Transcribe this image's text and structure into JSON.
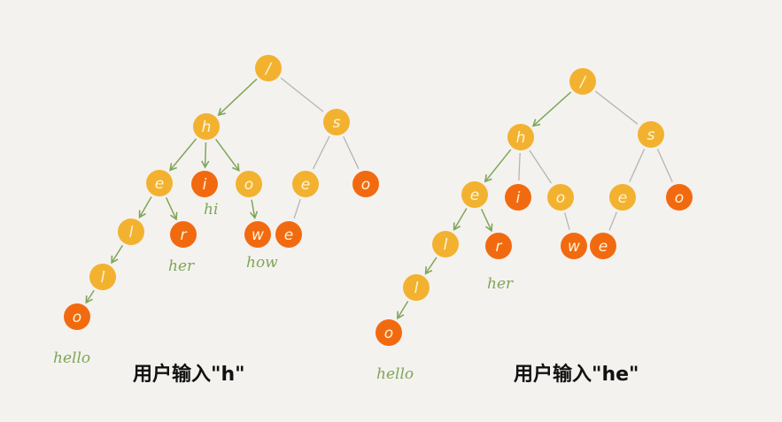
{
  "colors": {
    "yellow": "#f2b230",
    "orange": "#f26a10",
    "edge": "#b5b5b5",
    "arrow": "#7fa55a",
    "word": "#7fa55a",
    "caption": "#111111"
  },
  "left_tree": {
    "caption": "用户输入\"h\"",
    "nodes": [
      {
        "id": "root",
        "label": "/",
        "kind": "yellow"
      },
      {
        "id": "h",
        "label": "h",
        "kind": "yellow"
      },
      {
        "id": "s",
        "label": "s",
        "kind": "yellow"
      },
      {
        "id": "e",
        "label": "e",
        "kind": "yellow"
      },
      {
        "id": "i",
        "label": "i",
        "kind": "orange"
      },
      {
        "id": "o",
        "label": "o",
        "kind": "yellow"
      },
      {
        "id": "se",
        "label": "e",
        "kind": "yellow"
      },
      {
        "id": "so",
        "label": "o",
        "kind": "orange"
      },
      {
        "id": "l1",
        "label": "l",
        "kind": "yellow"
      },
      {
        "id": "r",
        "label": "r",
        "kind": "orange"
      },
      {
        "id": "w",
        "label": "w",
        "kind": "orange"
      },
      {
        "id": "see",
        "label": "e",
        "kind": "orange"
      },
      {
        "id": "l2",
        "label": "l",
        "kind": "yellow"
      },
      {
        "id": "lo",
        "label": "o",
        "kind": "orange"
      }
    ],
    "words": [
      {
        "id": "hello",
        "text": "hello"
      },
      {
        "id": "hi",
        "text": "hi"
      },
      {
        "id": "her",
        "text": "her"
      },
      {
        "id": "how",
        "text": "how"
      }
    ]
  },
  "right_tree": {
    "caption": "用户输入\"he\"",
    "nodes": [
      {
        "id": "root",
        "label": "/",
        "kind": "yellow"
      },
      {
        "id": "h",
        "label": "h",
        "kind": "yellow"
      },
      {
        "id": "s",
        "label": "s",
        "kind": "yellow"
      },
      {
        "id": "e",
        "label": "e",
        "kind": "yellow"
      },
      {
        "id": "i",
        "label": "i",
        "kind": "orange"
      },
      {
        "id": "o",
        "label": "o",
        "kind": "yellow"
      },
      {
        "id": "se",
        "label": "e",
        "kind": "yellow"
      },
      {
        "id": "so",
        "label": "o",
        "kind": "orange"
      },
      {
        "id": "l1",
        "label": "l",
        "kind": "yellow"
      },
      {
        "id": "r",
        "label": "r",
        "kind": "orange"
      },
      {
        "id": "w",
        "label": "w",
        "kind": "orange"
      },
      {
        "id": "see",
        "label": "e",
        "kind": "orange"
      },
      {
        "id": "l2",
        "label": "l",
        "kind": "yellow"
      },
      {
        "id": "lo",
        "label": "o",
        "kind": "orange"
      }
    ],
    "words": [
      {
        "id": "hello",
        "text": "hello"
      },
      {
        "id": "her",
        "text": "her"
      }
    ]
  }
}
